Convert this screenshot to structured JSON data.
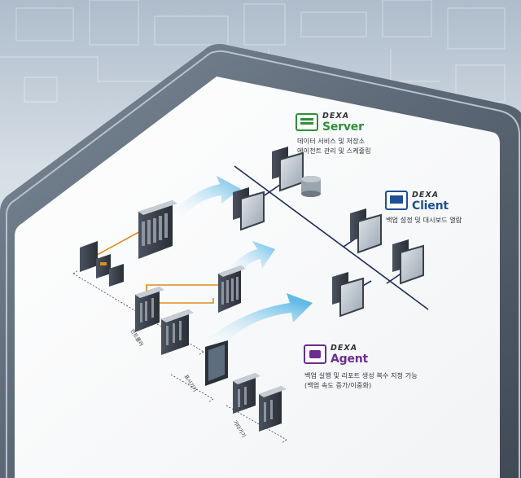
{
  "brand": "DEXA",
  "server": {
    "title": "Server",
    "line1": "데이터 서비스 및 저장소",
    "line2": "에이전트 관리 및 스케줄링",
    "color": "#2f8f3a"
  },
  "client": {
    "title": "Client",
    "line1": "백업 설정 및 대시보드 열람",
    "color": "#1f4f96"
  },
  "agent": {
    "title": "Agent",
    "line1": "백업 실행 및 리포트 생성 복수 지정 가능",
    "line2": "(백업 속도 증가/이중화)",
    "color": "#6b2c91"
  },
  "equipment": {
    "controller": "컨트롤러",
    "display": "표시기기",
    "other": "기타기기"
  },
  "colors": {
    "network_line": "#1e2a56",
    "orange_link": "#e08a1e",
    "arrow": "#5ab7e6"
  }
}
